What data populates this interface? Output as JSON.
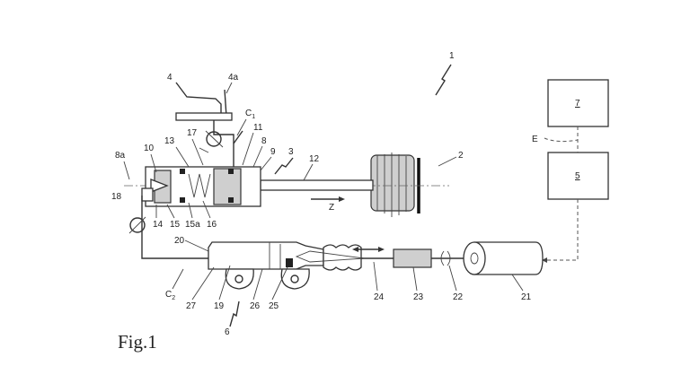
{
  "figure_label": "Fig.1",
  "labels": {
    "n1": "1",
    "n2": "2",
    "n3": "3",
    "n4": "4",
    "n4a": "4a",
    "n5": "5",
    "n6": "6",
    "n7": "7",
    "n8": "8",
    "n8a": "8a",
    "n9": "9",
    "n10": "10",
    "n11": "11",
    "n12": "12",
    "n13": "13",
    "n14": "14",
    "n15": "15",
    "n15a": "15a",
    "n16": "16",
    "n17": "17",
    "n18": "18",
    "n19": "19",
    "n20": "20",
    "n21": "21",
    "n22": "22",
    "n23": "23",
    "n24": "24",
    "n25": "25",
    "n26": "26",
    "n27": "27",
    "C1": "C",
    "C1_sub": "1",
    "C2": "C",
    "C2_sub": "2",
    "E": "E",
    "Z": "Z"
  }
}
